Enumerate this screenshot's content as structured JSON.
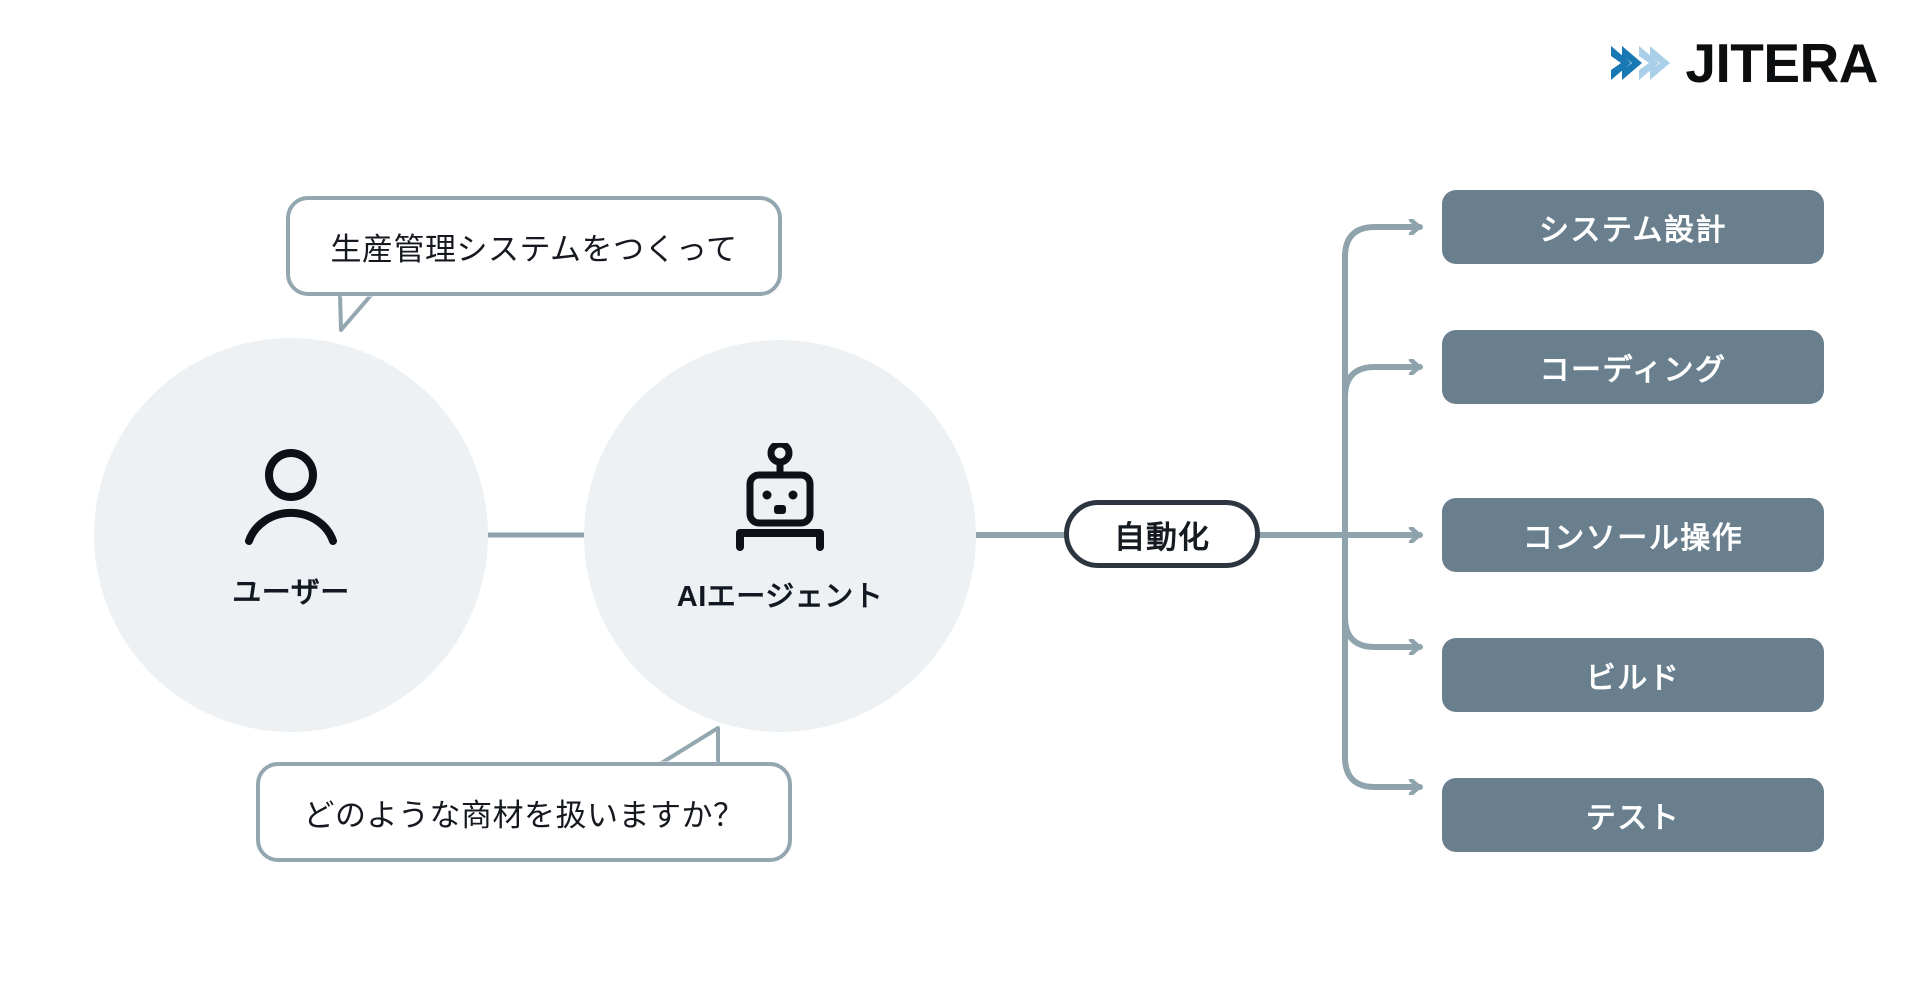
{
  "brand": {
    "name": "JITERA",
    "chevron_dark": "#1878b4",
    "chevron_light": "#a9cfe9",
    "wordmark_color": "#0b0d0f"
  },
  "palette": {
    "background": "#ffffff",
    "circle_fill": "#edf1f3",
    "connector": "#8fa3ad",
    "bubble_border": "#94a7b1",
    "pill_border": "#2d3540",
    "task_box_fill": "#697f8d",
    "task_box_text": "#ffffff",
    "icon_color": "#0d1117"
  },
  "nodes": [
    {
      "id": "user",
      "label": "ユーザー",
      "icon": "person-icon"
    },
    {
      "id": "agent",
      "label": "AIエージェント",
      "icon": "robot-icon"
    }
  ],
  "bubbles": [
    {
      "id": "request",
      "text": "生産管理システムをつくって",
      "tail": "down-left",
      "from": "user"
    },
    {
      "id": "question",
      "text": "どのような商材を扱いますか？",
      "tail": "up-right",
      "from": "agent"
    }
  ],
  "connector": {
    "user_agent_arrow": "bidirectional",
    "agent_to_pill": "line-with-dot"
  },
  "pill": {
    "label": "自動化"
  },
  "tasks": [
    {
      "label": "システム設計"
    },
    {
      "label": "コーディング"
    },
    {
      "label": "コンソール操作"
    },
    {
      "label": "ビルド"
    },
    {
      "label": "テスト"
    }
  ]
}
